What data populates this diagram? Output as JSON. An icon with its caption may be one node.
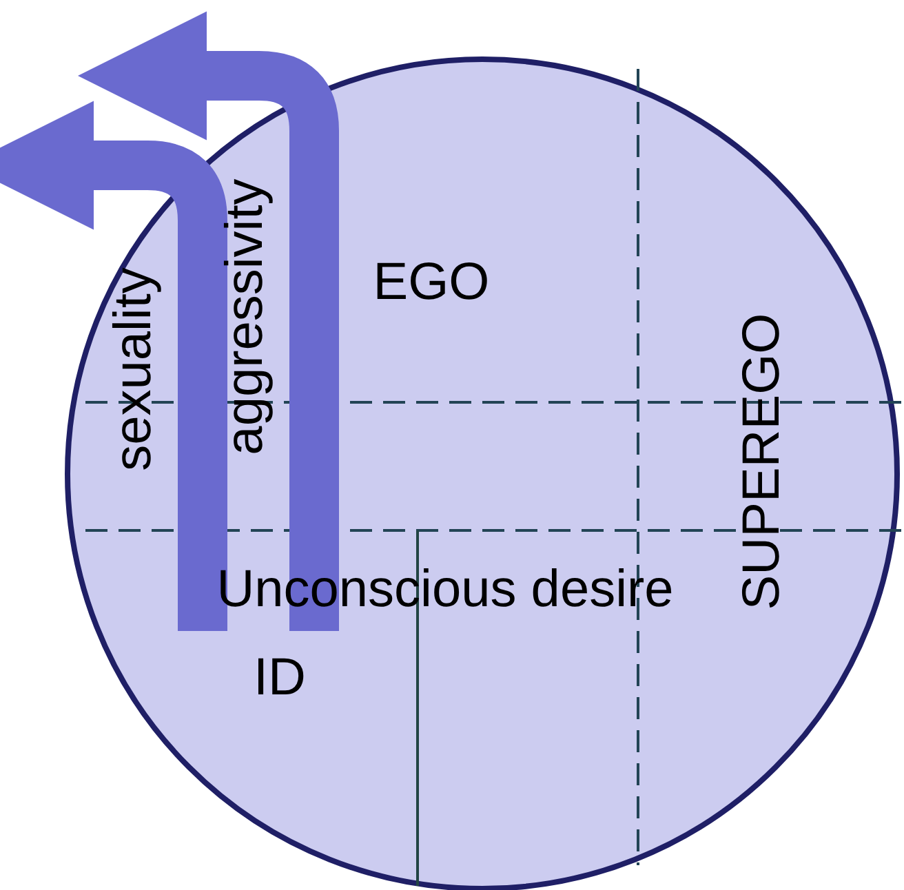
{
  "diagram": {
    "labels": [
      "sexuality",
      "aggressivity",
      "EGO",
      "SUPEREGO",
      "Unconscious desire",
      "ID"
    ]
  }
}
